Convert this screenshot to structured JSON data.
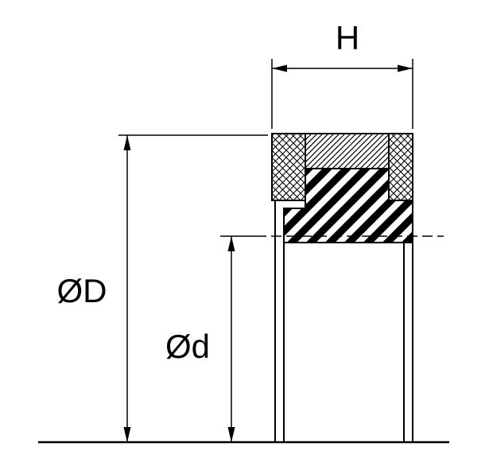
{
  "drawing": {
    "type": "seal-cross-section-technical-drawing",
    "labels": {
      "height": "H",
      "outer_diameter": "ØD",
      "inner_diameter": "Ød"
    },
    "colors": {
      "line": "#000000",
      "background": "#ffffff"
    }
  }
}
